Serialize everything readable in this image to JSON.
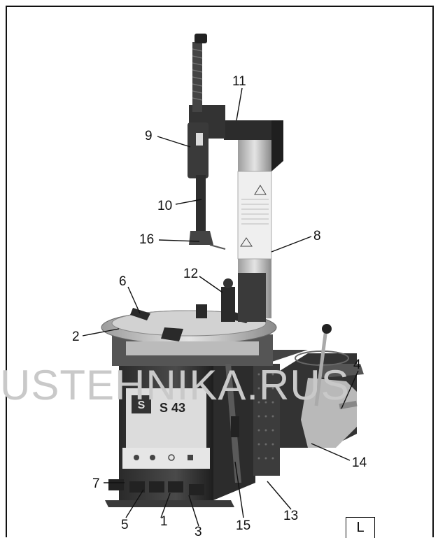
{
  "watermark": "USTEHNIKA.RUS",
  "view_label": "L",
  "machine": {
    "model_plate": "S 43",
    "brand_plate": "S"
  },
  "callouts": [
    {
      "id": "1",
      "label": "1"
    },
    {
      "id": "2",
      "label": "2"
    },
    {
      "id": "3",
      "label": "3"
    },
    {
      "id": "4",
      "label": "4"
    },
    {
      "id": "5",
      "label": "5"
    },
    {
      "id": "6",
      "label": "6"
    },
    {
      "id": "7",
      "label": "7"
    },
    {
      "id": "8",
      "label": "8"
    },
    {
      "id": "9",
      "label": "9"
    },
    {
      "id": "10",
      "label": "10"
    },
    {
      "id": "11",
      "label": "11"
    },
    {
      "id": "12",
      "label": "12"
    },
    {
      "id": "13",
      "label": "13"
    },
    {
      "id": "14",
      "label": "14"
    },
    {
      "id": "15",
      "label": "15"
    },
    {
      "id": "16",
      "label": "16"
    }
  ]
}
